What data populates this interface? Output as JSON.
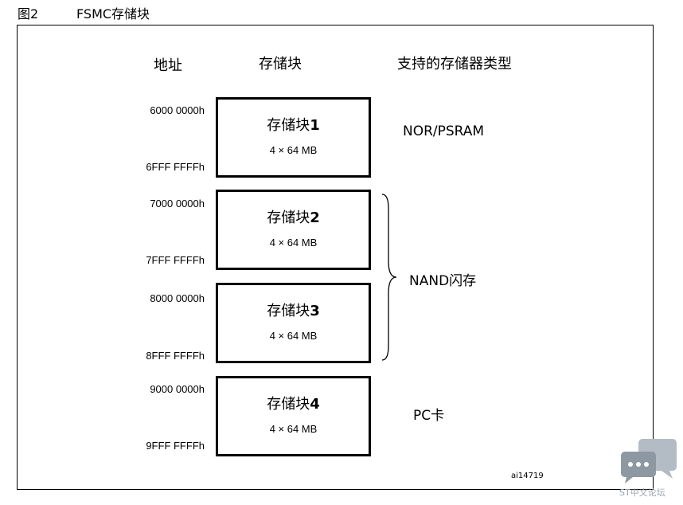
{
  "figure": {
    "label": "图2",
    "title": "FSMC存储块"
  },
  "headers": {
    "address": "地址",
    "bank": "存储块",
    "memory_type": "支持的存储器类型"
  },
  "banks": [
    {
      "name": "存储块",
      "number": "1",
      "size": "4 × 64 MB",
      "start": "6000 0000h",
      "end": "6FFF FFFFh"
    },
    {
      "name": "存储块",
      "number": "2",
      "size": "4 × 64 MB",
      "start": "7000 0000h",
      "end": "7FFF FFFFh"
    },
    {
      "name": "存储块",
      "number": "3",
      "size": "4 × 64 MB",
      "start": "8000 0000h",
      "end": "8FFF FFFFh"
    },
    {
      "name": "存储块",
      "number": "4",
      "size": "4 × 64 MB",
      "start": "9000 0000h",
      "end": "9FFF FFFFh"
    }
  ],
  "memory_types": [
    {
      "latin": "NOR/PSRAM",
      "cjk": ""
    },
    {
      "latin": "NAND",
      "cjk": "闪存"
    },
    {
      "latin": "PC",
      "cjk": "卡"
    }
  ],
  "reference": "ai14719",
  "watermark": {
    "text": "ST中文论坛",
    "icon": "chat-bubble-icon",
    "color": "#9aa3ad"
  }
}
